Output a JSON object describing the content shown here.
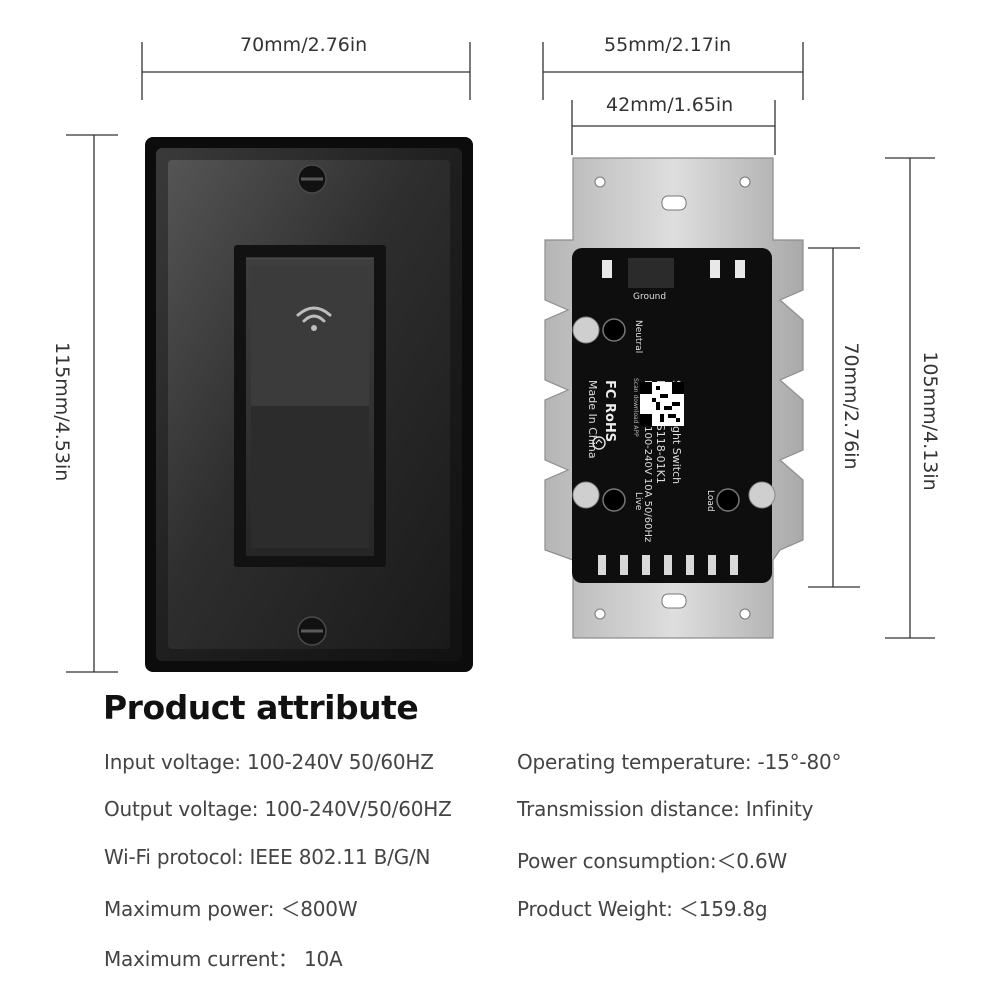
{
  "dimensions": {
    "faceplate_width": "70mm/2.76in",
    "faceplate_height": "115mm/4.53in",
    "module_width_outer": "55mm/2.17in",
    "module_width_inner": "42mm/1.65in",
    "module_body_height": "70mm/2.76in",
    "module_total_height": "105mm/4.13in"
  },
  "module_labels": {
    "name": "Smart Light Switch",
    "model": "Model:SS118-01K1",
    "input": "Input:AC 100-240V 10A 50/60Hz",
    "ground": "Ground",
    "neutral": "Neutral",
    "live": "Live",
    "load": "Load",
    "certs": "FC RoHS",
    "made_in": "Made In China",
    "scan": "Scan download APP"
  },
  "attributes": {
    "title": "Product attribute",
    "left": [
      "Input voltage: 100-240V 50/60HZ",
      "Output voltage: 100-240V/50/60HZ",
      "Wi-Fi protocol: IEEE 802.11 B/G/N",
      "Maximum power: ＜800W",
      "Maximum current： 10A"
    ],
    "right": [
      "Operating temperature: -15°-80°",
      "Transmission distance: Infinity",
      "Power consumption:＜0.6W",
      "Product Weight: ＜159.8g"
    ]
  },
  "colors": {
    "faceplate": "#1c1c1c",
    "metal_bracket": "#c9c9c9",
    "module_body": "#0e0e0e",
    "dimension_line": "#333333"
  },
  "icons": [
    "wifi-icon",
    "screw-icon",
    "qr-code-icon",
    "recycle-icon"
  ]
}
